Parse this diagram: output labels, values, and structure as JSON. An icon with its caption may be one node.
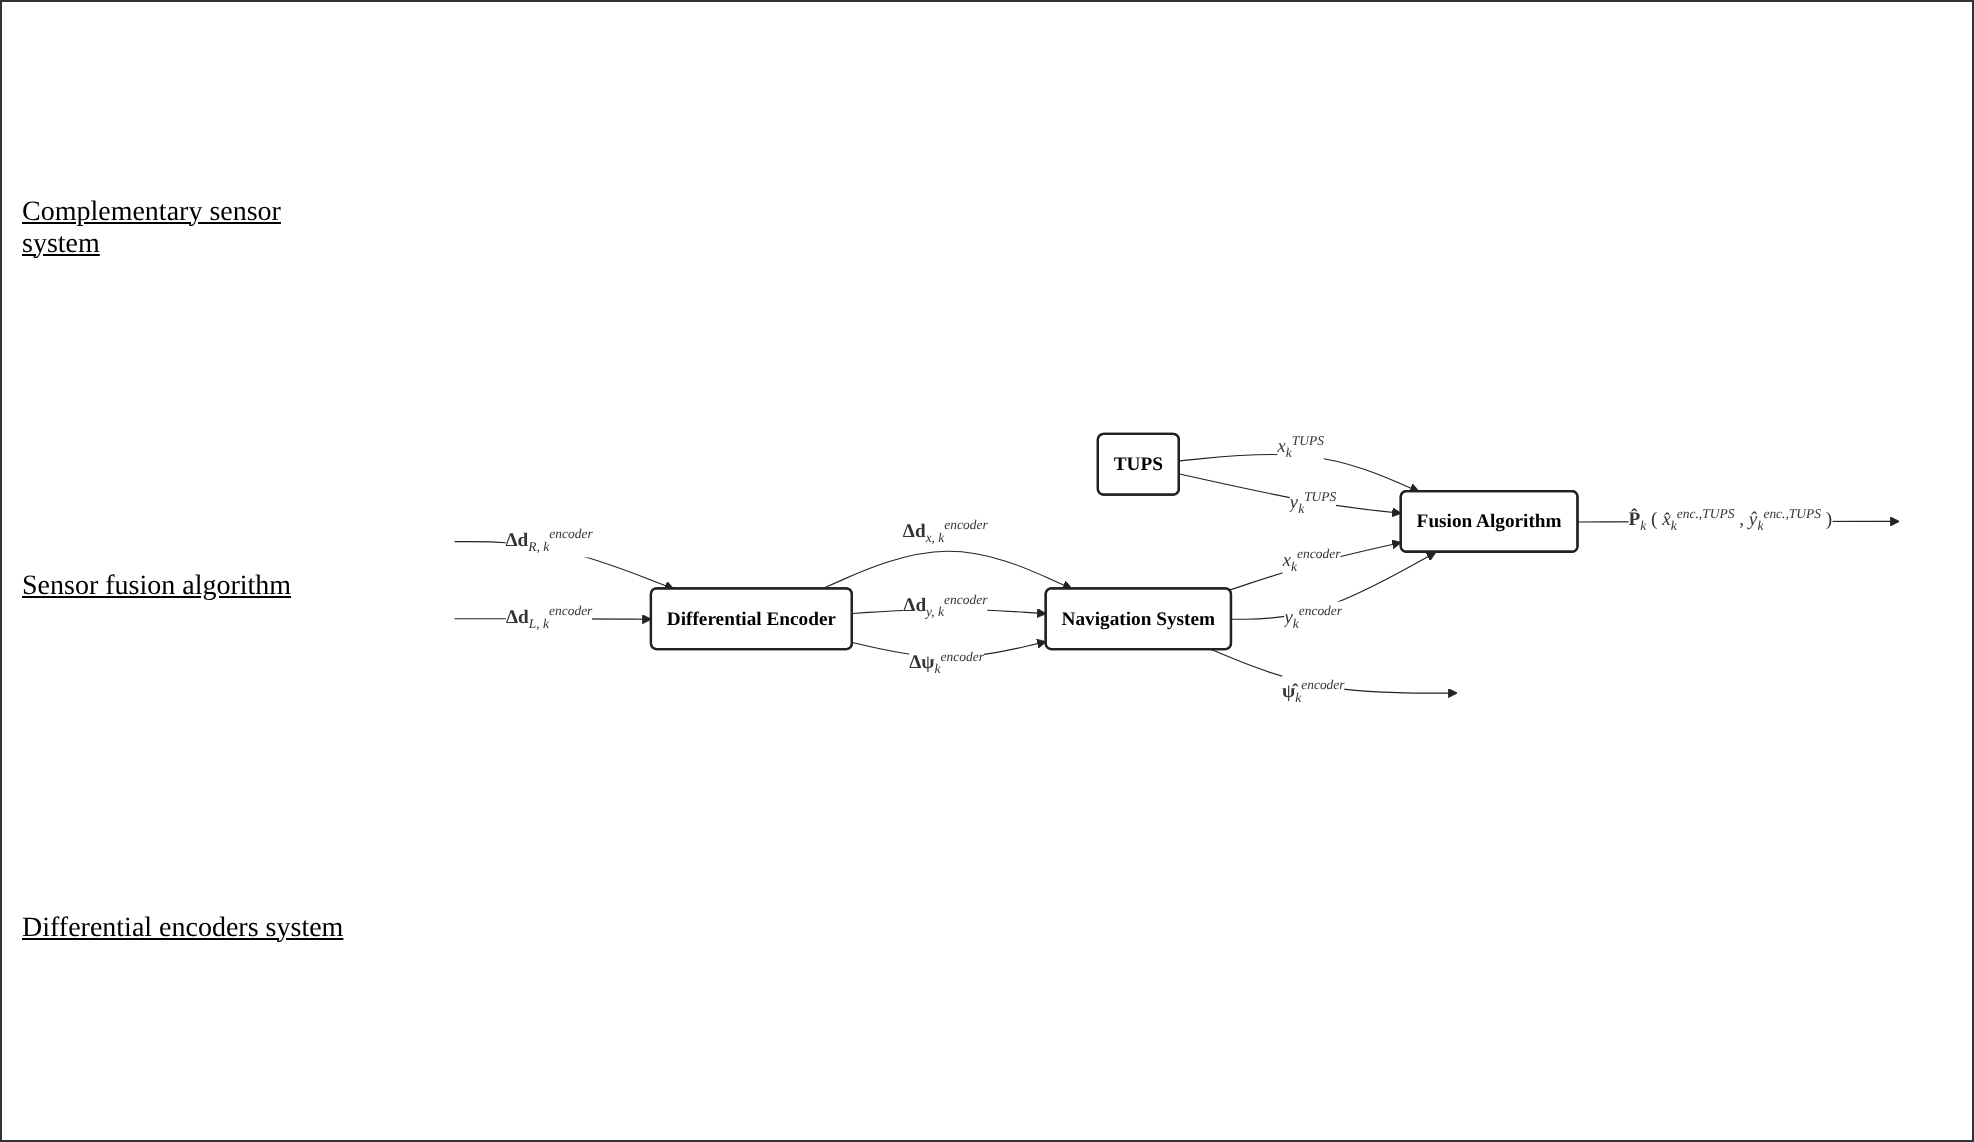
{
  "diagram": {
    "nodes": [
      {
        "text": [
          "TUPS"
        ]
      },
      {
        "text": [
          "Fusion Algorithm"
        ]
      },
      {
        "text": [
          "Differential Encoder"
        ]
      },
      {
        "text": [
          "Navigation System"
        ]
      }
    ],
    "edges": [
      {
        "from": 0,
        "to": 1,
        "arrow": "to",
        "label": "*x*$_{k}$$^{TUPS}$"
      },
      {
        "from": 0,
        "to": 1,
        "arrow": "to",
        "label": "*y*$_{k}$$^{TUPS}$"
      },
      {
        "from": 3,
        "to": 1,
        "arrow": "to",
        "label": "*x*$_{k}$$^{encoder}$"
      },
      {
        "from": 3,
        "to": 1,
        "arrow": "to",
        "label": "*y*$_{k}$$^{encoder}$"
      },
      {
        "from": null,
        "to": 2,
        "arrow": "to",
        "label": "**Δd**$_{R, k}$$^{encoder}$"
      },
      {
        "from": null,
        "to": 2,
        "arrow": "to",
        "label": "**Δd**$_{L, k}$$^{encoder}$"
      },
      {
        "from": 2,
        "to": 3,
        "arrow": "to",
        "label": "**Δd**$_{x, k}$$^{encoder}$"
      },
      {
        "from": 2,
        "to": 3,
        "arrow": "to",
        "label": "**Δd**$_{y, k}$$^{encoder}$"
      },
      {
        "from": 2,
        "to": 3,
        "arrow": "to",
        "label": "**Δψ**$_{k}$$^{encoder}$"
      },
      {
        "from": 1,
        "to": null,
        "arrow": "to",
        "label": "**P̂**$_{k}$ ( *x̂*$_{k}$$^{enc.,TUPS}$ , *ŷ*$_{k}$$^{enc.,TUPS}$ )"
      },
      {
        "from": 3,
        "to": null,
        "arrow": "to",
        "label": "**ψ̂**$_{k}$$^{encoder}$"
      }
    ],
    "labels": [
      "Complementary sensor system",
      "Sensor fusion algorithm",
      "Differential encoders system"
    ]
  }
}
